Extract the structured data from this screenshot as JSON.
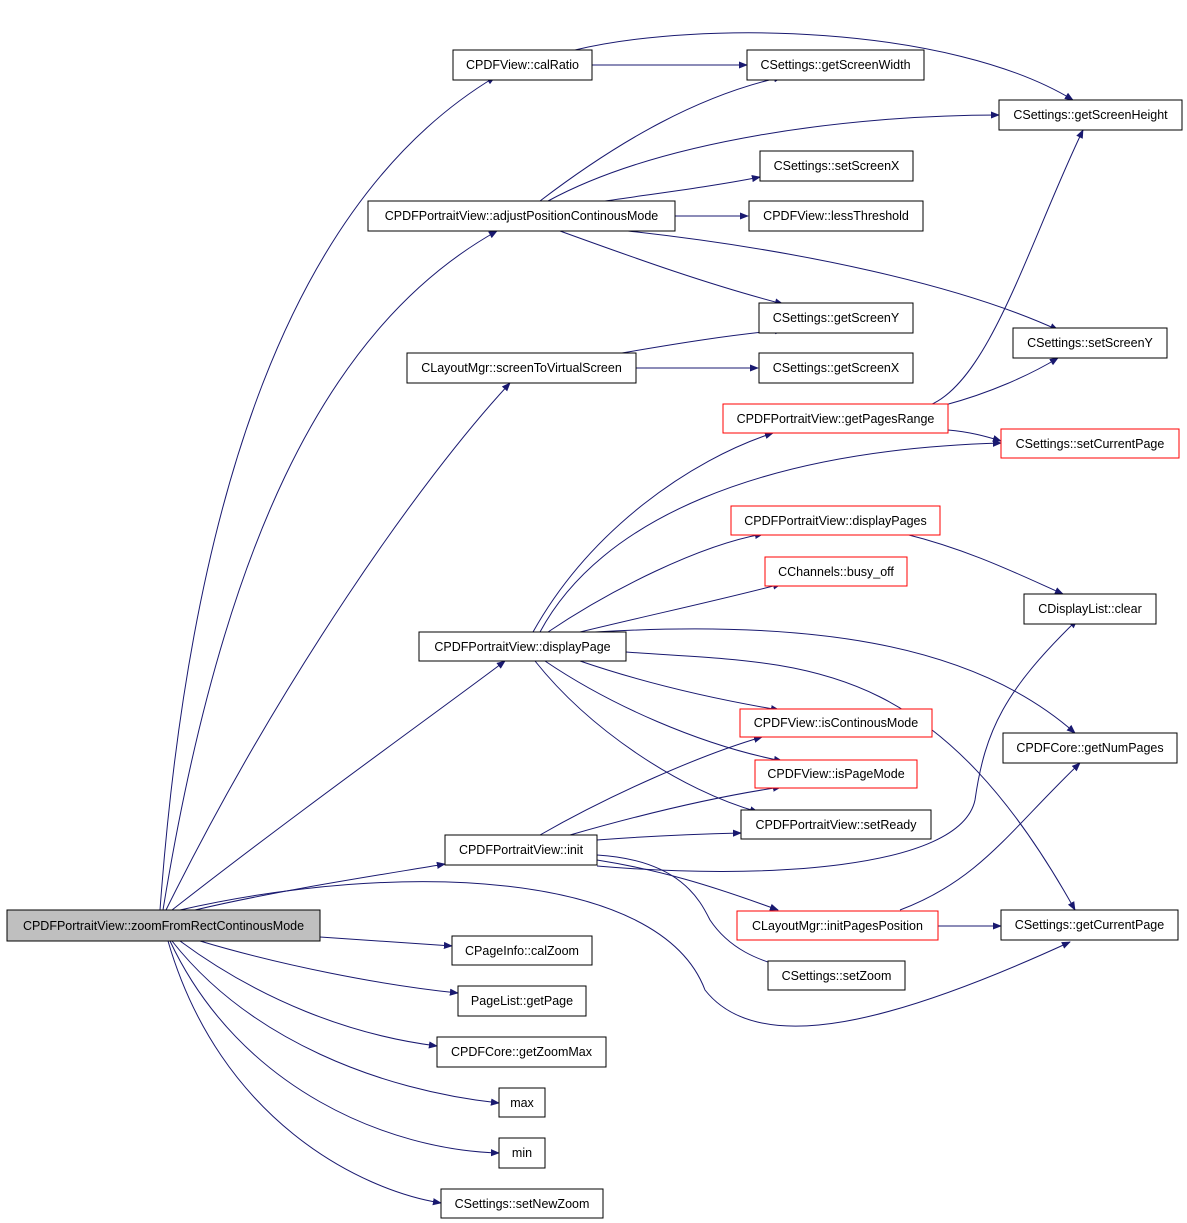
{
  "colors": {
    "edge": "#191970",
    "root_fill": "#bfbfbf",
    "truncated_border": "#ff0000",
    "node_border": "#000000"
  },
  "nodes": {
    "root": "CPDFPortraitView::zoomFromRectContinousMode",
    "calRatio": "CPDFView::calRatio",
    "getScreenWidth": "CSettings::getScreenWidth",
    "getScreenHeight": "CSettings::getScreenHeight",
    "setScreenX": "CSettings::setScreenX",
    "adjustPos": "CPDFPortraitView::adjustPositionContinousMode",
    "lessThreshold": "CPDFView::lessThreshold",
    "getScreenY": "CSettings::getScreenY",
    "setScreenY": "CSettings::setScreenY",
    "screenToVirtual": "CLayoutMgr::screenToVirtualScreen",
    "getScreenX": "CSettings::getScreenX",
    "getPagesRange": "CPDFPortraitView::getPagesRange",
    "setCurrentPage": "CSettings::setCurrentPage",
    "displayPages": "CPDFPortraitView::displayPages",
    "busyOff": "CChannels::busy_off",
    "clear": "CDisplayList::clear",
    "displayPage": "CPDFPortraitView::displayPage",
    "isContinous": "CPDFView::isContinousMode",
    "getNumPages": "CPDFCore::getNumPages",
    "isPageMode": "CPDFView::isPageMode",
    "setReady": "CPDFPortraitView::setReady",
    "init": "CPDFPortraitView::init",
    "initPagesPos": "CLayoutMgr::initPagesPosition",
    "getCurrentPage": "CSettings::getCurrentPage",
    "calZoom": "CPageInfo::calZoom",
    "setZoom": "CSettings::setZoom",
    "getPage": "PageList::getPage",
    "getZoomMax": "CPDFCore::getZoomMax",
    "max": "max",
    "min": "min",
    "setNewZoom": "CSettings::setNewZoom"
  }
}
